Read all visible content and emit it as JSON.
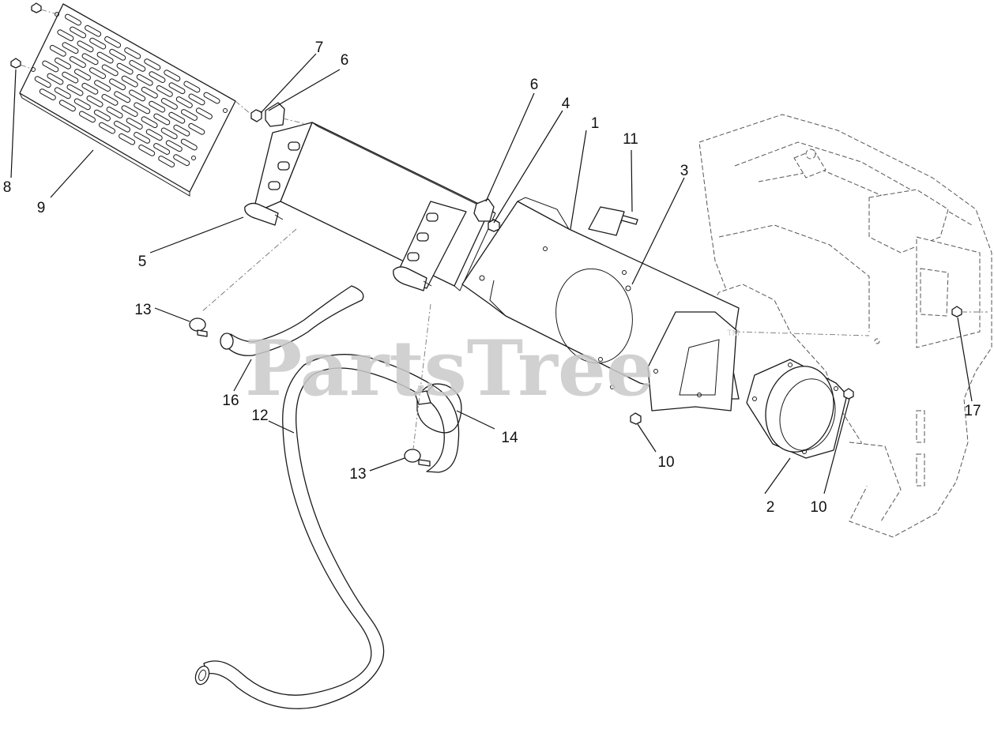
{
  "watermark": {
    "text": "PartsTree",
    "trademark": "TM"
  },
  "callouts": [
    {
      "id": "c1",
      "label": "1"
    },
    {
      "id": "c2",
      "label": "2"
    },
    {
      "id": "c3",
      "label": "3"
    },
    {
      "id": "c4",
      "label": "4"
    },
    {
      "id": "c5",
      "label": "5"
    },
    {
      "id": "c6a",
      "label": "6"
    },
    {
      "id": "c6b",
      "label": "6"
    },
    {
      "id": "c7",
      "label": "7"
    },
    {
      "id": "c8",
      "label": "8"
    },
    {
      "id": "c9",
      "label": "9"
    },
    {
      "id": "c10a",
      "label": "10"
    },
    {
      "id": "c10b",
      "label": "10"
    },
    {
      "id": "c11",
      "label": "11"
    },
    {
      "id": "c12",
      "label": "12"
    },
    {
      "id": "c13a",
      "label": "13"
    },
    {
      "id": "c13b",
      "label": "13"
    },
    {
      "id": "c14",
      "label": "14"
    },
    {
      "id": "c16",
      "label": "16"
    },
    {
      "id": "c17",
      "label": "17"
    }
  ]
}
